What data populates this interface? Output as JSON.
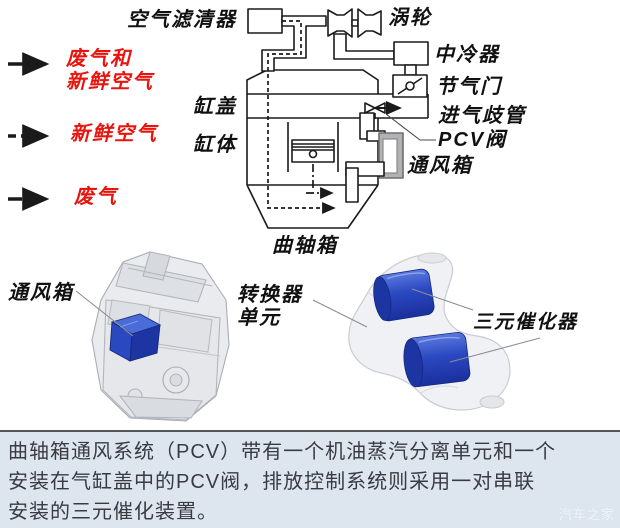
{
  "legend": {
    "items": [
      {
        "style": "solid-arrow",
        "lines": [
          "废气和",
          "新鲜空气"
        ]
      },
      {
        "style": "short-dash-arrow",
        "lines": [
          "新鲜空气"
        ]
      },
      {
        "style": "long-dash-arrow",
        "lines": [
          "废气"
        ]
      }
    ]
  },
  "schematic": {
    "labels": {
      "air_filter": "空气滤清器",
      "turbo": "涡轮",
      "intercooler": "中冷器",
      "throttle": "节气门",
      "intake_manifold": "进气歧管",
      "pcv_valve": "PCV阀",
      "vent_box": "通风箱",
      "cylinder_head": "缸盖",
      "cylinder_block": "缸体",
      "crankcase": "曲轴箱"
    }
  },
  "engine_photo": {
    "label_vent_box": "通风箱"
  },
  "catalyst_photo": {
    "label_converter_unit_lines": [
      "转换器",
      "单元"
    ],
    "label_three_way_catalyst": "三元催化器"
  },
  "caption": {
    "lines": [
      "曲轴箱通风系统（PCV）带有一个机油蒸汽分离单元和一个",
      "安装在气缸盖中的PCV阀，排放控制系统则采用一对串联",
      "安装的三元催化装置。"
    ]
  },
  "watermark": "汽车之家",
  "colors": {
    "legend_text": "#e8140e",
    "diagram_line": "#1a1a1a",
    "vent_box_fill": "#b2b2b4",
    "highlight_blue": "#2a48c0",
    "caption_bg": "#dde6ef",
    "caption_border": "#53565c"
  }
}
